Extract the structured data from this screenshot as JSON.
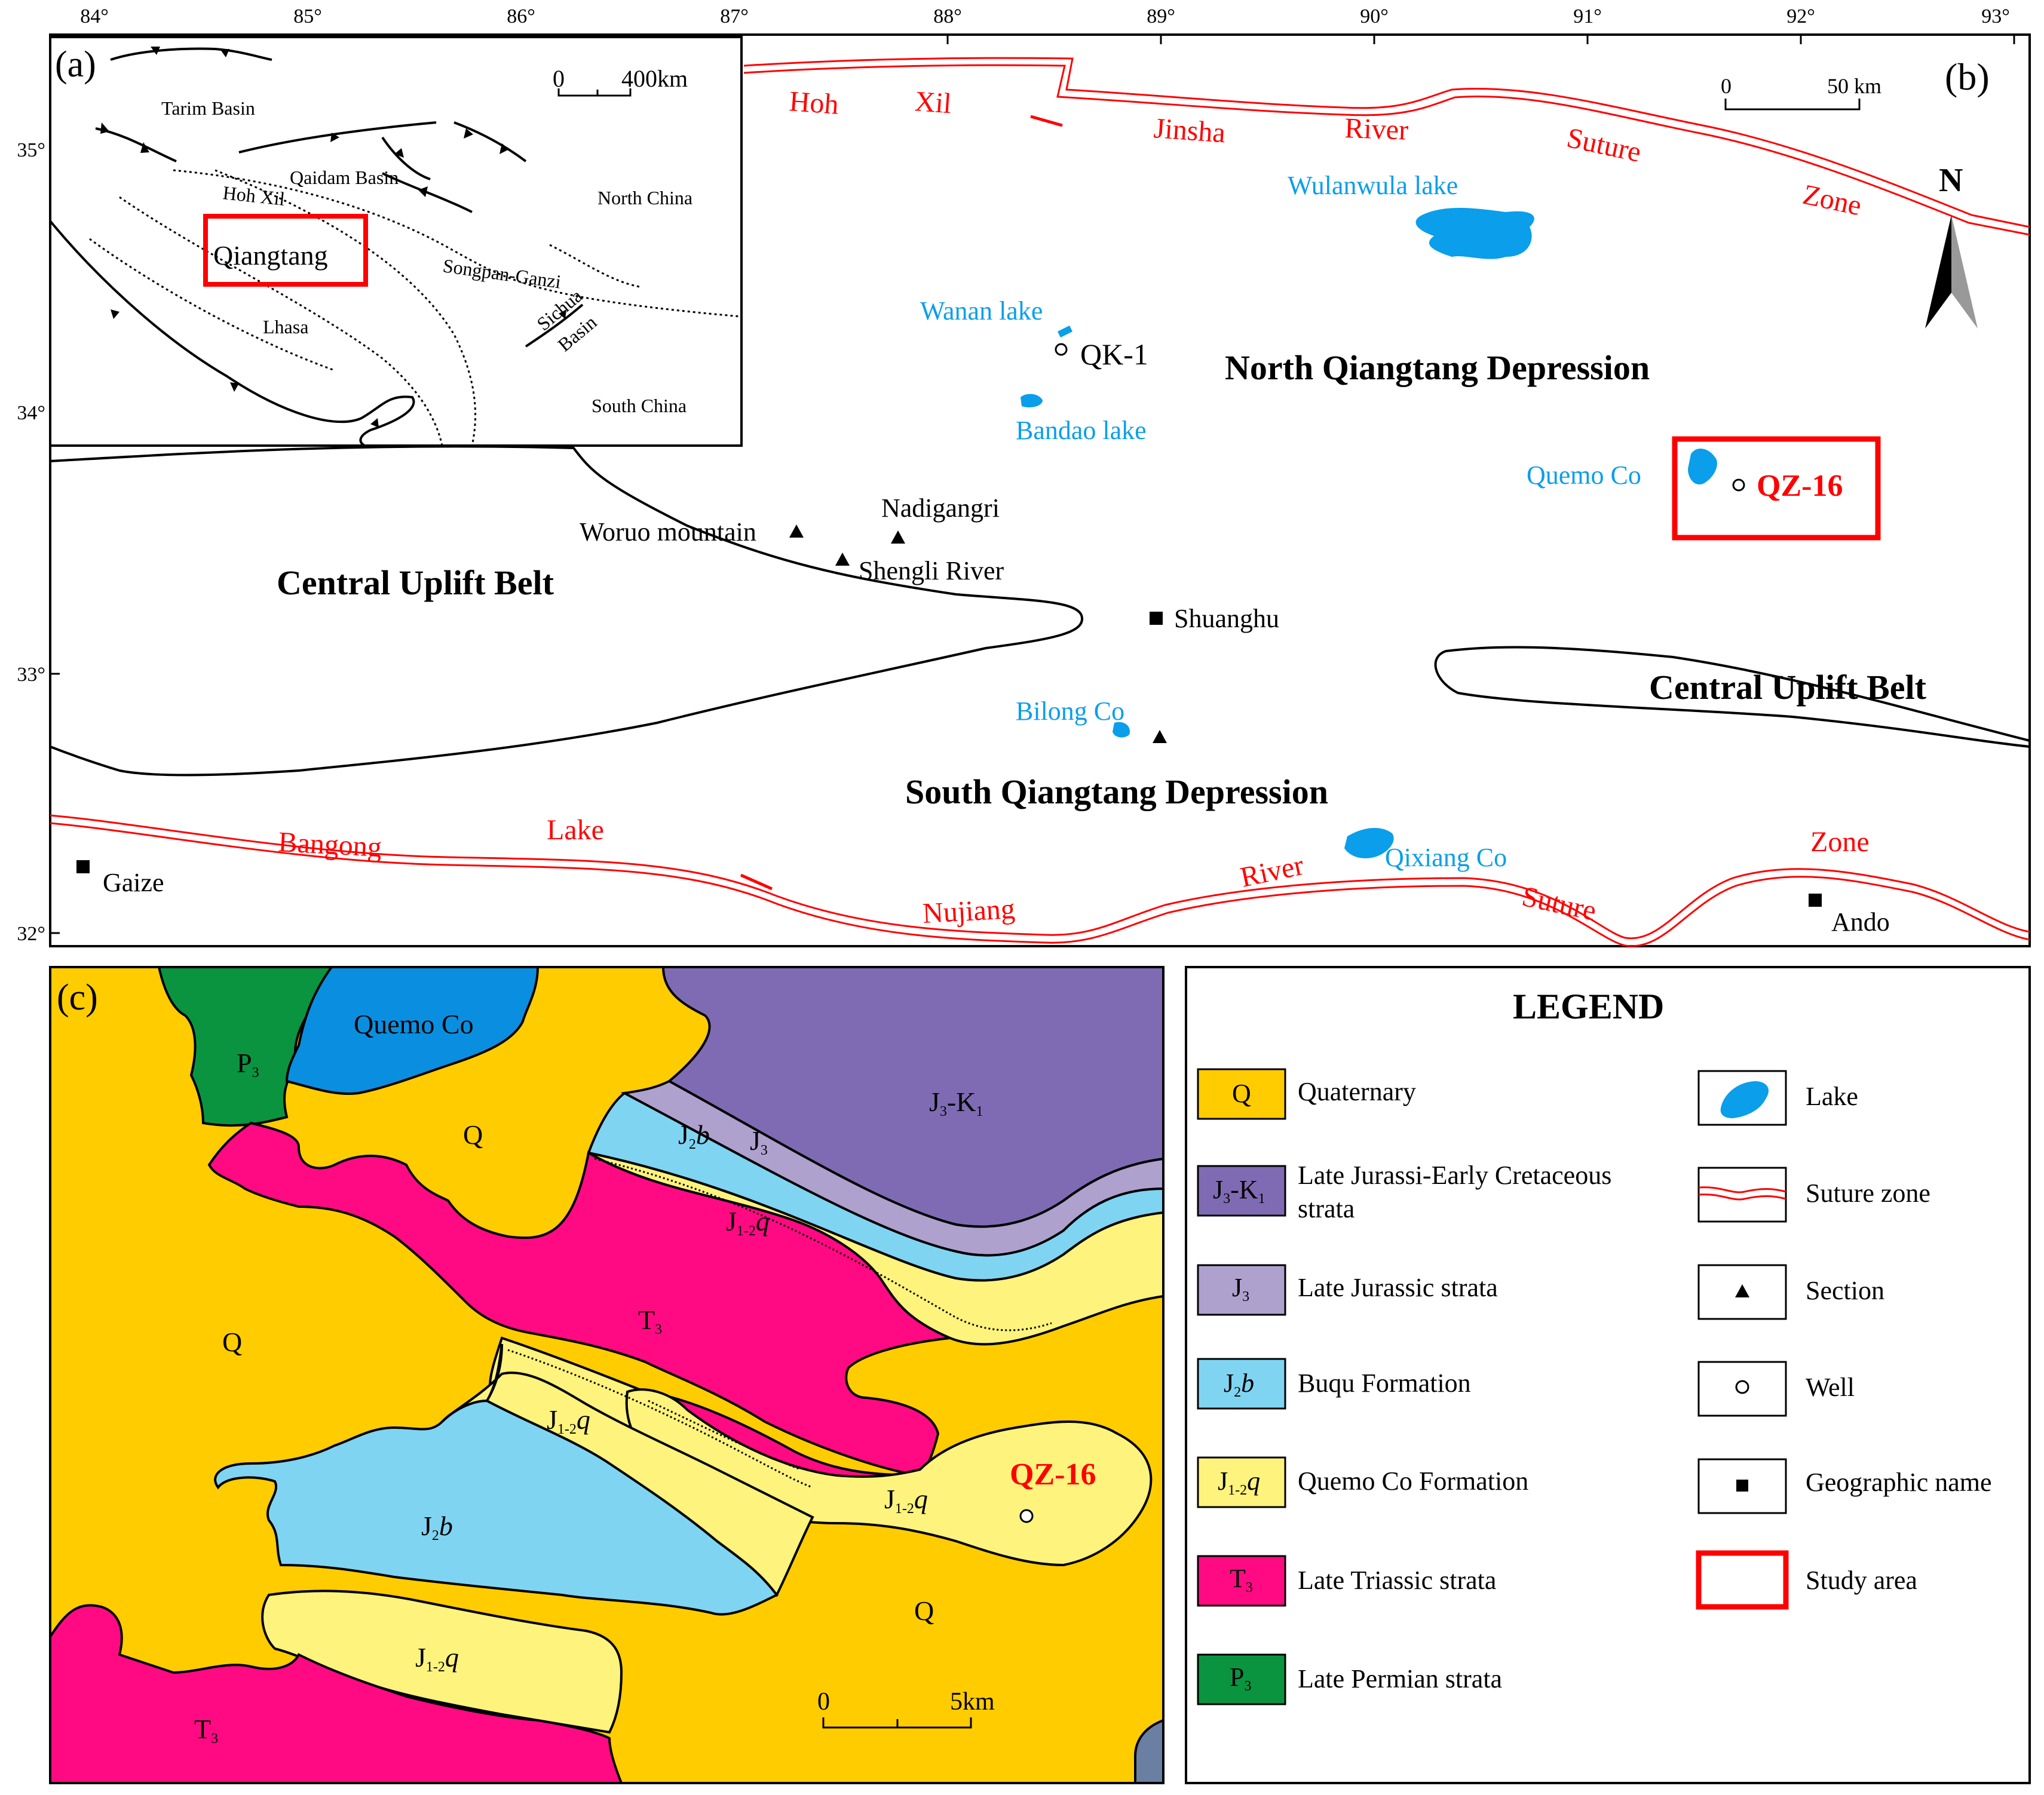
{
  "panels": {
    "a": "(a)",
    "b": "(b)",
    "c": "(c)"
  },
  "longitudes": [
    "84°",
    "85°",
    "86°",
    "87°",
    "88°",
    "89°",
    "90°",
    "91°",
    "92°",
    "93°"
  ],
  "latitudes": [
    "35°",
    "34°",
    "33°",
    "32°"
  ],
  "inset_a": {
    "scale_zero": "0",
    "scale_label": "400km",
    "labels": {
      "tarim": "Tarim Basin",
      "qaidam": "Qaidam Basin",
      "hohxil": "Hoh Xil",
      "north_china": "North China",
      "qiangtang": "Qiangtang",
      "songpan": "Songpan-Ganzi",
      "lhasa": "Lhasa",
      "sichua": "Sichua",
      "basin": "Basin",
      "south_china": "South China"
    }
  },
  "map_b": {
    "scale_zero": "0",
    "scale_label": "50 km",
    "north": "N",
    "suture_north": [
      "Hoh",
      "Xil",
      "Jinsha",
      "River",
      "Suture",
      "Zone"
    ],
    "suture_south": [
      "Bangong",
      "Lake",
      "Nujiang",
      "River",
      "Suture",
      "Zone"
    ],
    "lakes": {
      "wulanwula": "Wulanwula lake",
      "wanan": "Wanan lake",
      "bandao": "Bandao lake",
      "quemo": "Quemo Co",
      "bilong": "Bilong Co",
      "qixiang": "Qixiang Co"
    },
    "wells": {
      "qk1": "QK-1",
      "qz16": "QZ-16"
    },
    "sections": {
      "woruo": "Woruo mountain",
      "nadigangri": "Nadigangri",
      "shengli": "Shengli River"
    },
    "places": {
      "shuanghu": "Shuanghu",
      "gaize": "Gaize",
      "ando": "Ando"
    },
    "regions": {
      "north_dep": "North Qiangtang Depression",
      "central_left": "Central Uplift Belt",
      "central_right": "Central Uplift Belt",
      "south_dep": "South Qiangtang Depression"
    }
  },
  "map_c": {
    "lake_label": "Quemo Co",
    "well_label": "QZ-16",
    "scale_zero": "0",
    "scale_label": "5km"
  },
  "legend": {
    "title": "LEGEND",
    "units": [
      {
        "code_main": "Q",
        "name": "Quaternary",
        "color": "#FFCC00"
      },
      {
        "code_main": "J",
        "name": "Late Jurassi-Early Cretaceous",
        "name2": "strata",
        "color": "#7F6BB3"
      },
      {
        "code_main": "J",
        "name": "Late Jurassic strata",
        "color": "#AFA1CE"
      },
      {
        "code_main": "J",
        "name": "Buqu Formation",
        "color": "#7FD4F2"
      },
      {
        "code_main": "J",
        "name": "Quemo Co Formation",
        "color": "#FEF37D"
      },
      {
        "code_main": "T",
        "name": "Late Triassic strata",
        "color": "#FF0A82"
      },
      {
        "code_main": "P",
        "name": "Late Permian strata",
        "color": "#0A9440"
      }
    ],
    "symbols": [
      "Lake",
      "Suture  zone",
      "Section",
      "Well",
      "Geographic name",
      "Study area"
    ]
  },
  "colors": {
    "suture": "#FF0000",
    "lake": "#0A9EEB",
    "highlight": "#FF0000",
    "quemo_lake_c": "#0A8FE0",
    "corner_dark": "#6B7FA3"
  }
}
